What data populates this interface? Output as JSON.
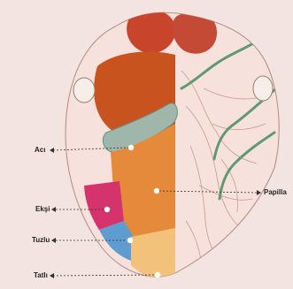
{
  "labels": {
    "aci": "Acı",
    "eksi": "Ekşi",
    "tuzlu": "Tuzlu",
    "tatli": "Tatlı",
    "papilla": "Papilla"
  },
  "colors": {
    "background": "#f3e4e1",
    "tongue_base": "#f6e1dc",
    "tonsil": "#c8452c",
    "bitter": "#c9531f",
    "gland": "#9fb7aa",
    "central": "#e58a3a",
    "sour": "#d5336c",
    "salty": "#5f9ccf",
    "sweet": "#f3c27a",
    "vein": "#5f9a72",
    "nerve": "#c99a8e"
  }
}
